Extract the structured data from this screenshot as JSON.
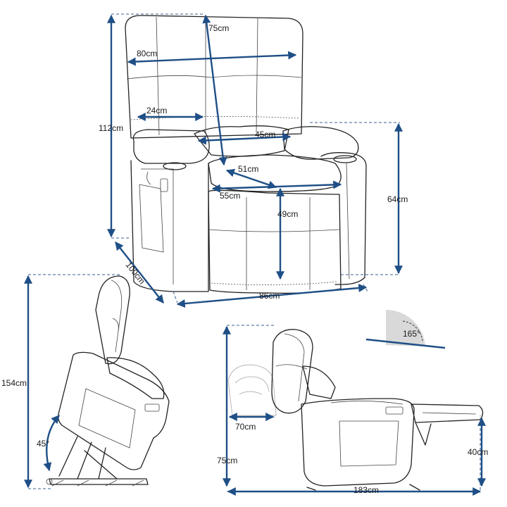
{
  "dimensions": {
    "back_height": "75cm",
    "back_width": "80cm",
    "armrest_width": "24cm",
    "seat_width": "45cm",
    "seat_depth_inner": "51cm",
    "seat_depth": "55cm",
    "total_height": "112cm",
    "seat_height": "49cm",
    "arm_height": "64cm",
    "depth": "100cm",
    "width": "86cm",
    "lift_height": "154cm",
    "lift_angle": "45°",
    "wall_clearance": "70cm",
    "reclined_height": "75cm",
    "footrest_height": "40cm",
    "reclined_length": "183cm",
    "recline_angle": "165°"
  },
  "colors": {
    "dimension_line": "#1f4f86",
    "outline": "#222222",
    "angle_fill": "#d9d9d9"
  }
}
